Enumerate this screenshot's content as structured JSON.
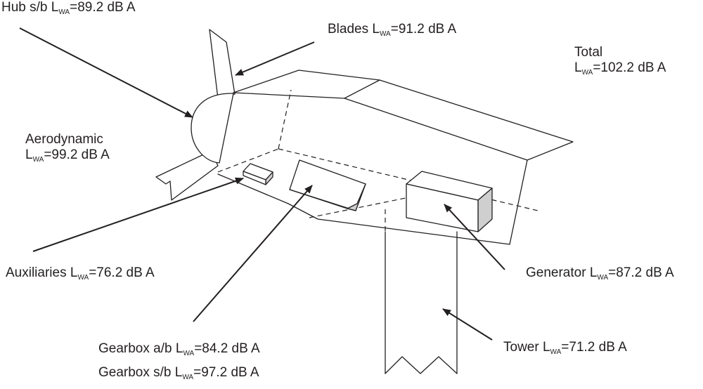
{
  "labels": {
    "hub": {
      "name": "Hub s/b",
      "symbol": "L",
      "sub": "WA",
      "value": "=89.2 dB A"
    },
    "blades": {
      "name": "Blades",
      "symbol": "L",
      "sub": "WA",
      "value": "=91.2 dB A"
    },
    "total": {
      "name": "Total",
      "symbol": "L",
      "sub": "WA",
      "value": "=102.2 dB A"
    },
    "aerodynamic": {
      "name": "Aerodynamic",
      "symbol": "L",
      "sub": "WA",
      "value": "=99.2 dB A"
    },
    "auxiliaries": {
      "name": "Auxiliaries",
      "symbol": "L",
      "sub": "WA",
      "value": "=76.2 dB A"
    },
    "generator": {
      "name": "Generator",
      "symbol": "L",
      "sub": "WA",
      "value": "=87.2 dB A"
    },
    "gearbox_ab": {
      "name": "Gearbox a/b",
      "symbol": "L",
      "sub": "WA",
      "value": "=84.2 dB A"
    },
    "gearbox_sb": {
      "name": "Gearbox s/b",
      "symbol": "L",
      "sub": "WA",
      "value": "=97.2 dB A"
    },
    "tower": {
      "name": "Tower",
      "symbol": "L",
      "sub": "WA",
      "value": "=71.2 dB A"
    }
  },
  "colors": {
    "ink": "#231f20",
    "shade": "#cfcfcf"
  }
}
